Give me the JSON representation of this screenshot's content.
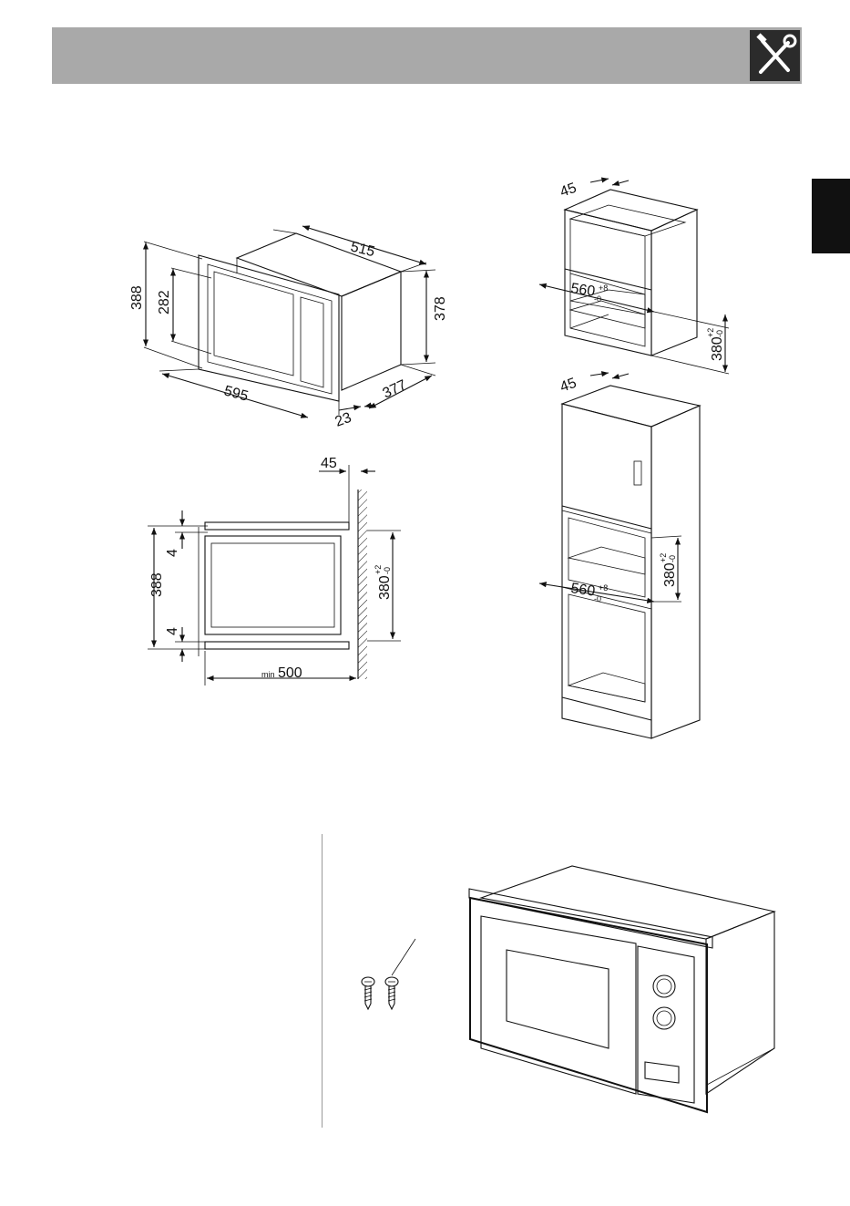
{
  "header": {
    "icon": "wrench-screwdriver-icon"
  },
  "oven_dims": {
    "d_515": "515",
    "d_388": "388",
    "d_282": "282",
    "d_378": "378",
    "d_595": "595",
    "d_377": "377",
    "d_23": "23"
  },
  "niche_top": {
    "d_45": "45",
    "d_560": "560",
    "d_560_sup": "+8",
    "d_560_sub": "-0",
    "d_380": "380",
    "d_380_sup": "+2",
    "d_380_sub": "-0"
  },
  "niche_tall": {
    "d_45": "45",
    "d_560": "560",
    "d_560_sup": "+8",
    "d_560_sub": "-0",
    "d_380": "380",
    "d_380_sup": "+2",
    "d_380_sub": "-0"
  },
  "section": {
    "d_45": "45",
    "d_388": "388",
    "d_4a": "4",
    "d_4b": "4",
    "d_380": "380",
    "d_380_sup": "+2",
    "d_380_sub": "-0",
    "min_prefix": "min",
    "d_500": "500"
  },
  "screws": {
    "icon": "screw-icon"
  }
}
